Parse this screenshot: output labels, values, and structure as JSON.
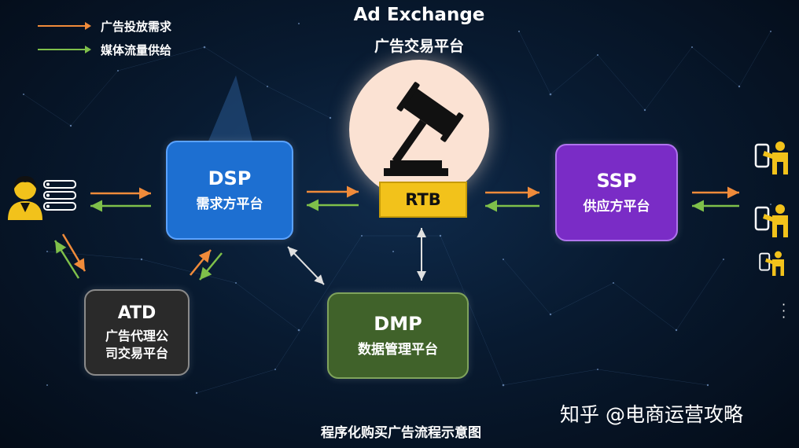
{
  "legend": {
    "demand": {
      "label": "广告投放需求",
      "color": "#f08b3a"
    },
    "supply": {
      "label": "媒体流量供给",
      "color": "#7fc04a"
    }
  },
  "ad_exchange": {
    "title": "Ad Exchange",
    "subtitle": "广告交易平台"
  },
  "rtb": {
    "label": "RTB"
  },
  "dsp": {
    "title": "DSP",
    "subtitle": "需求方平台",
    "color": "#1d6fd1"
  },
  "ssp": {
    "title": "SSP",
    "subtitle": "供应方平台",
    "color": "#7a2cc6"
  },
  "dmp": {
    "title": "DMP",
    "subtitle": "数据管理平台",
    "color": "#40622a"
  },
  "atd": {
    "title": "ATD",
    "subtitle_line1": "广告代理公",
    "subtitle_line2": "司交易平台",
    "color": "#2a2a2a"
  },
  "caption": "程序化购买广告流程示意图",
  "watermark": "知乎 @电商运营攻略",
  "icons": {
    "advertiser": "advertiser-icon",
    "gavel": "gavel-icon",
    "mobile_users": "mobile-user-icon"
  }
}
